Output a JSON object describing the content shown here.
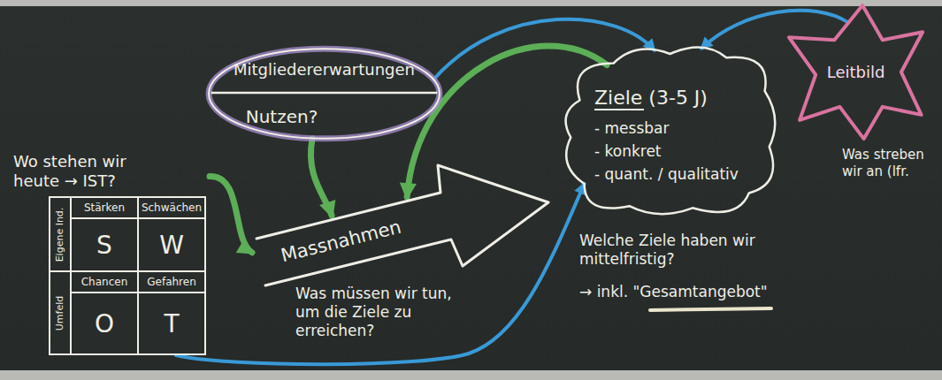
{
  "diagram": {
    "nodes": [
      {
        "text": [
          "Mitgliedererwartungen",
          "Nutzen?"
        ]
      },
      {
        "text": [
          "Ziele (3-5 J)",
          "- messbar",
          "- konkret",
          "- quant. / qualitativ"
        ]
      },
      {
        "text": [
          "Leitbild"
        ]
      },
      {
        "text": [
          "Wo stehen wir heute → IST?",
          "Stärken",
          "Schwächen",
          "S",
          "W",
          "Chancen",
          "Gefahren",
          "O",
          "T",
          "Eigene Ind.",
          "Umfeld"
        ]
      },
      {
        "text": [
          "Massnahmen"
        ]
      }
    ],
    "edges": [
      {
        "from": 3,
        "to": 4,
        "arrow": "to"
      },
      {
        "from": 0,
        "to": 4,
        "arrow": "to"
      },
      {
        "from": 1,
        "to": 4,
        "arrow": "to"
      },
      {
        "from": 0,
        "to": 1,
        "arrow": "to"
      },
      {
        "from": 2,
        "to": 1,
        "arrow": "to"
      },
      {
        "from": 3,
        "to": 1,
        "arrow": "to"
      }
    ],
    "labels": [
      "Was müssen wir tun, um die Ziele zu erreichen?",
      "Welche Ziele haben wir mittelfristig?",
      "→ inkl. \"Gesamtangebot\"",
      "Was streben wir an (lfr."
    ]
  }
}
